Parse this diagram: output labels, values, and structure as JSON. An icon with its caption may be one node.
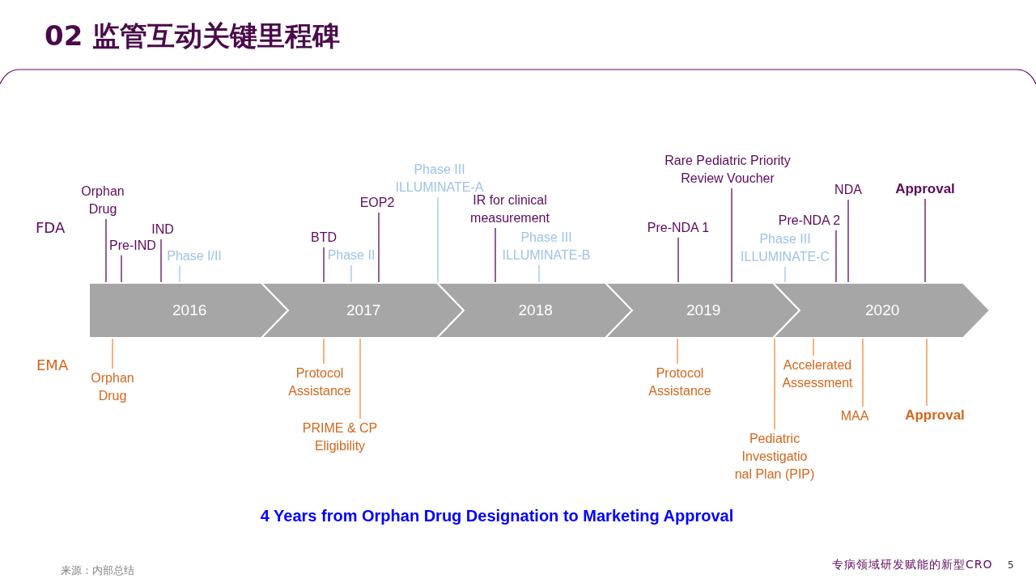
{
  "diagram": {
    "title": "02 监管互动关键里程碑",
    "caption": "4 Years from Orphan Drug Designation to Marketing Approval",
    "nodes": [
      {
        "text": [
          "2016"
        ]
      },
      {
        "text": [
          "2017"
        ]
      },
      {
        "text": [
          "2018"
        ]
      },
      {
        "text": [
          "2019"
        ]
      },
      {
        "text": [
          "2020"
        ]
      },
      {
        "text": [
          "Orphan Drug"
        ]
      },
      {
        "text": [
          "Pre-IND"
        ]
      },
      {
        "text": [
          "IND"
        ]
      },
      {
        "text": [
          "Phase I/II"
        ]
      },
      {
        "text": [
          "BTD"
        ]
      },
      {
        "text": [
          "Phase II"
        ]
      },
      {
        "text": [
          "EOP2"
        ]
      },
      {
        "text": [
          "Phase III ILLUMINATE-A"
        ]
      },
      {
        "text": [
          "IR for clinical measurement"
        ]
      },
      {
        "text": [
          "Phase III ILLUMINATE-B"
        ]
      },
      {
        "text": [
          "Pre-NDA 1"
        ]
      },
      {
        "text": [
          "Rare Pediatric Priority Review Voucher"
        ]
      },
      {
        "text": [
          "Phase III ILLUMINATE-C"
        ]
      },
      {
        "text": [
          "Pre-NDA 2"
        ]
      },
      {
        "text": [
          "NDA"
        ]
      },
      {
        "text": [
          "Approval"
        ]
      },
      {
        "text": [
          "Orphan Drug"
        ]
      },
      {
        "text": [
          "Protocol Assistance"
        ]
      },
      {
        "text": [
          "PRIME & CP Eligibility"
        ]
      },
      {
        "text": [
          "Protocol Assistance"
        ]
      },
      {
        "text": [
          "Pediatric Investigatio nal Plan (PIP)"
        ]
      },
      {
        "text": [
          "Accelerated Assessment"
        ]
      },
      {
        "text": [
          "MAA"
        ]
      },
      {
        "text": [
          "Approval"
        ]
      }
    ],
    "edges": [
      {
        "from": 5,
        "to": 0,
        "arrow": "none"
      },
      {
        "from": 6,
        "to": 0,
        "arrow": "none"
      },
      {
        "from": 7,
        "to": 0,
        "arrow": "none"
      },
      {
        "from": 8,
        "to": 0,
        "arrow": "none",
        "color": "#9dc3e6"
      },
      {
        "from": 9,
        "to": 1,
        "arrow": "none"
      },
      {
        "from": 10,
        "to": 1,
        "arrow": "none",
        "color": "#9dc3e6"
      },
      {
        "from": 11,
        "to": 1,
        "arrow": "none"
      },
      {
        "from": 12,
        "to": 2,
        "arrow": "none",
        "color": "#9dc3e6"
      },
      {
        "from": 13,
        "to": 2,
        "arrow": "none"
      },
      {
        "from": 14,
        "to": 2,
        "arrow": "none",
        "color": "#9dc3e6"
      },
      {
        "from": 15,
        "to": 3,
        "arrow": "none"
      },
      {
        "from": 16,
        "to": 3,
        "arrow": "none"
      },
      {
        "from": 17,
        "to": 4,
        "arrow": "none",
        "color": "#9dc3e6"
      },
      {
        "from": 18,
        "to": 4,
        "arrow": "none"
      },
      {
        "from": 19,
        "to": 4,
        "arrow": "none"
      },
      {
        "from": 20,
        "to": 4,
        "arrow": "none"
      },
      {
        "from": 21,
        "to": 0,
        "arrow": "none",
        "color": "#f08c3c"
      },
      {
        "from": 22,
        "to": 1,
        "arrow": "none",
        "color": "#f08c3c"
      },
      {
        "from": 23,
        "to": 1,
        "arrow": "none",
        "color": "#f08c3c"
      },
      {
        "from": 24,
        "to": 3,
        "arrow": "none",
        "color": "#f08c3c"
      },
      {
        "from": 25,
        "to": 4,
        "arrow": "none",
        "color": "#f08c3c"
      },
      {
        "from": 26,
        "to": 4,
        "arrow": "none",
        "color": "#f08c3c"
      },
      {
        "from": 27,
        "to": 4,
        "arrow": "none",
        "color": "#f08c3c"
      },
      {
        "from": 28,
        "to": 4,
        "arrow": "none",
        "color": "#f08c3c"
      }
    ],
    "labels": [
      "FDA",
      "EMA",
      "来源：内部总结",
      "专病领域研发赋能的新型CRO",
      "5"
    ]
  }
}
